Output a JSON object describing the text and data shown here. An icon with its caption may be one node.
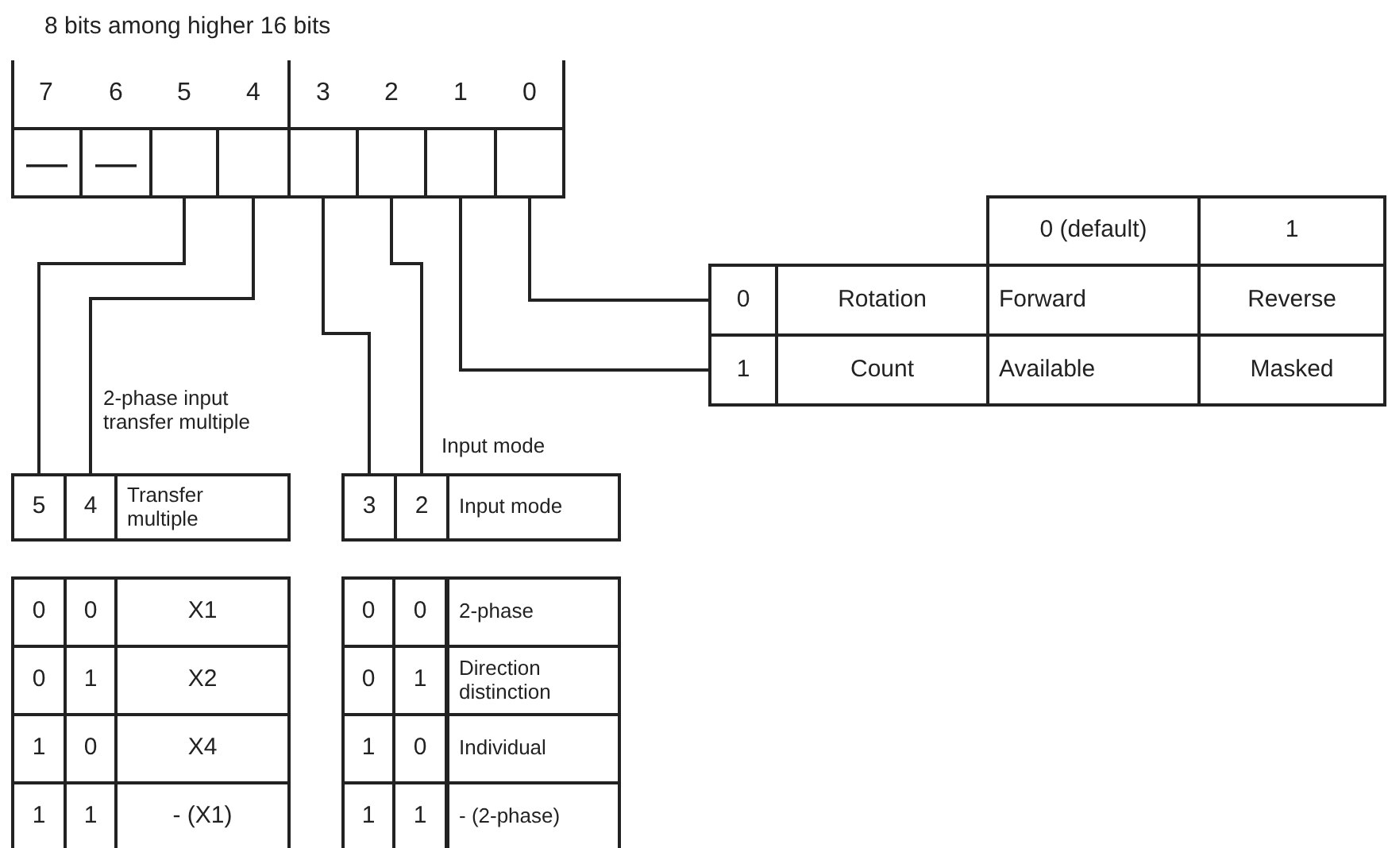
{
  "diagram": {
    "nodes": [
      {
        "text": [
          "—"
        ]
      },
      {
        "text": [
          "—"
        ]
      },
      {
        "text": [],
        "shape": "box"
      },
      {
        "text": [],
        "shape": "box"
      },
      {
        "text": [],
        "shape": "box"
      },
      {
        "text": [],
        "shape": "box"
      },
      {
        "text": [],
        "shape": "box"
      },
      {
        "text": [],
        "shape": "box"
      },
      {
        "text": [
          "5"
        ]
      },
      {
        "text": [
          "4"
        ]
      },
      {
        "text": [
          "3"
        ]
      },
      {
        "text": [
          "2"
        ]
      },
      {
        "text": [
          "0"
        ]
      },
      {
        "text": [
          "1"
        ]
      }
    ],
    "edges": [
      {
        "from": 2,
        "to": 8,
        "arrow": "none"
      },
      {
        "from": 3,
        "to": 9,
        "arrow": "none"
      },
      {
        "from": 4,
        "to": 10,
        "arrow": "none"
      },
      {
        "from": 5,
        "to": 11,
        "arrow": "none"
      },
      {
        "from": 7,
        "to": 12,
        "arrow": "none"
      },
      {
        "from": 6,
        "to": 13,
        "arrow": "none"
      }
    ],
    "labels": [
      "8 bits among higher 16 bits",
      "7",
      "6",
      "5",
      "4",
      "3",
      "2",
      "1",
      "0",
      "0 (default)",
      "1",
      "Rotation",
      "Forward",
      "Reverse",
      "Count",
      "Available",
      "Masked",
      "2-phase input transfer multiple",
      "Input mode",
      "Transfer multiple",
      "Input mode",
      "0",
      "0",
      "X1",
      "0",
      "1",
      "X2",
      "1",
      "0",
      "X4",
      "1",
      "1",
      "- (X1)",
      "0",
      "0",
      "2-phase",
      "0",
      "1",
      "Direction distinction",
      "1",
      "0",
      "Individual",
      "1",
      "1",
      "- (2-phase)"
    ]
  }
}
